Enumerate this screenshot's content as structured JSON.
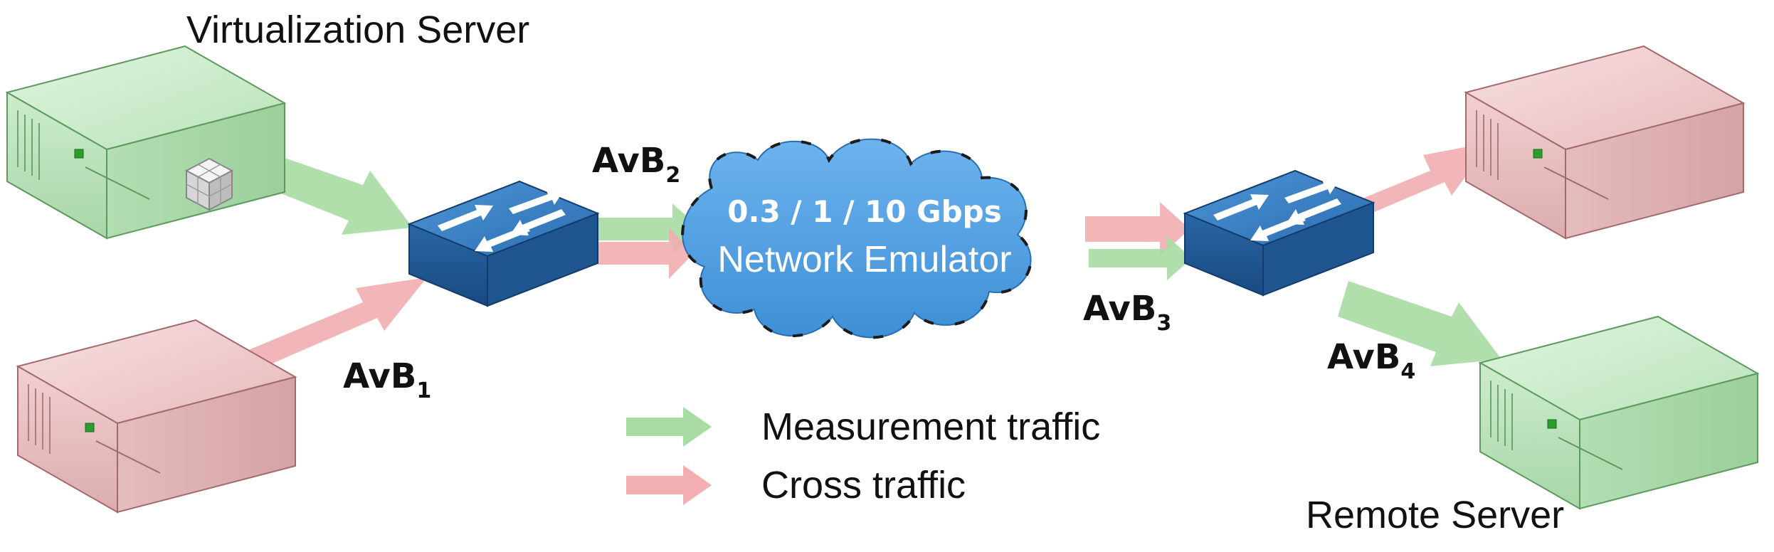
{
  "labels": {
    "virtualization_server": "Virtualization Server",
    "remote_server": "Remote Server"
  },
  "avb": [
    {
      "base": "AvB",
      "sub": "1"
    },
    {
      "base": "AvB",
      "sub": "2"
    },
    {
      "base": "AvB",
      "sub": "3"
    },
    {
      "base": "AvB",
      "sub": "4"
    }
  ],
  "cloud": {
    "speed": "0.3 / 1 / 10 Gbps",
    "name": "Network Emulator"
  },
  "legend": [
    {
      "label": "Measurement traffic",
      "color": "#a9dca3"
    },
    {
      "label": "Cross traffic",
      "color": "#f2aeb0"
    }
  ],
  "colors": {
    "measurement": "#a9dca3",
    "cross": "#f2aeb0",
    "server_green": "#c8ecc8",
    "server_pink": "#f0c8ca",
    "switch": "#2f73b8",
    "cloud": "#4f9fe0"
  },
  "icons": [
    "server-icon",
    "switch-icon",
    "cloud-icon",
    "virtualization-cube-icon",
    "arrow-icon"
  ]
}
